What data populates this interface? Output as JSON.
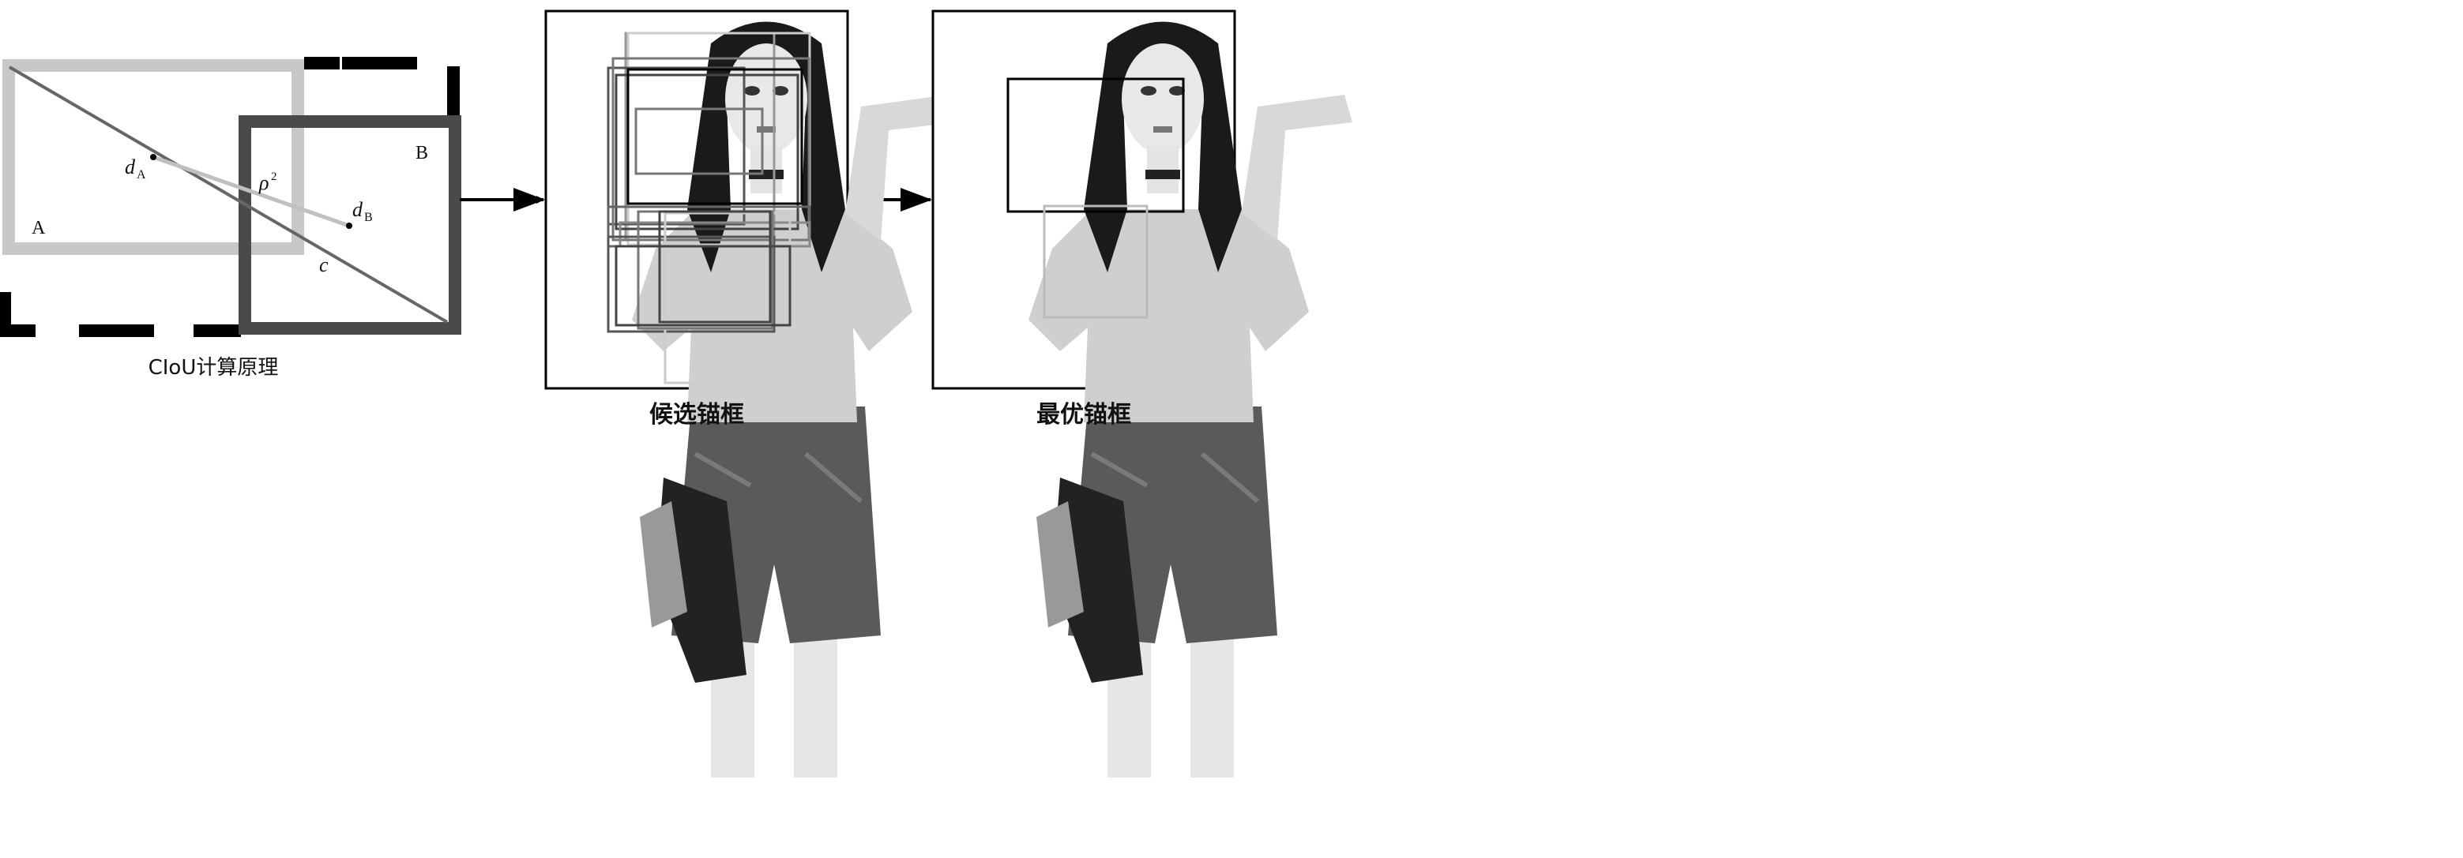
{
  "ciou": {
    "label_a": "A",
    "label_b": "B",
    "label_dA": "d",
    "label_dA_sub": "A",
    "label_dB": "d",
    "label_dB_sub": "B",
    "label_rho": "ρ",
    "label_rho_sup": "2",
    "label_c": "c",
    "caption": "CIoU计算原理"
  },
  "candidates": {
    "caption": "候选锚框"
  },
  "best": {
    "caption": "最优锚框"
  },
  "colors": {
    "box_a": "#c8c8c8",
    "box_b": "#4a4a4a",
    "enclosing": "#000000",
    "diagonal": "#666666",
    "center_line": "#c0c0c0"
  },
  "icons": [
    "arrow-right-icon",
    "person-photo"
  ]
}
